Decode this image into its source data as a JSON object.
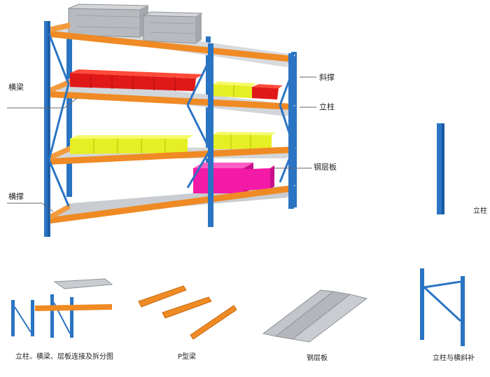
{
  "labels": {
    "beam": "横梁",
    "brace": "斜撑",
    "upright": "立柱",
    "steel_panel": "钢层板",
    "cross_brace": "横撑",
    "upright_right": "立柱"
  },
  "captions": {
    "exploded": "立柱、横梁、层板连接及拆分图",
    "p_beam": "P型梁",
    "steel_panel": "钢层板",
    "upright_diagonal": "立柱与横斜补"
  },
  "colors": {
    "upright": "#2a74c4",
    "beam": "#ef8a24",
    "shelf": "#c9cdd1",
    "red_bins": "#e01818",
    "yellow_bins": "#e6ef24",
    "magenta_boxes": "#f41aa8",
    "gray_crates": "#b7bbbf"
  }
}
